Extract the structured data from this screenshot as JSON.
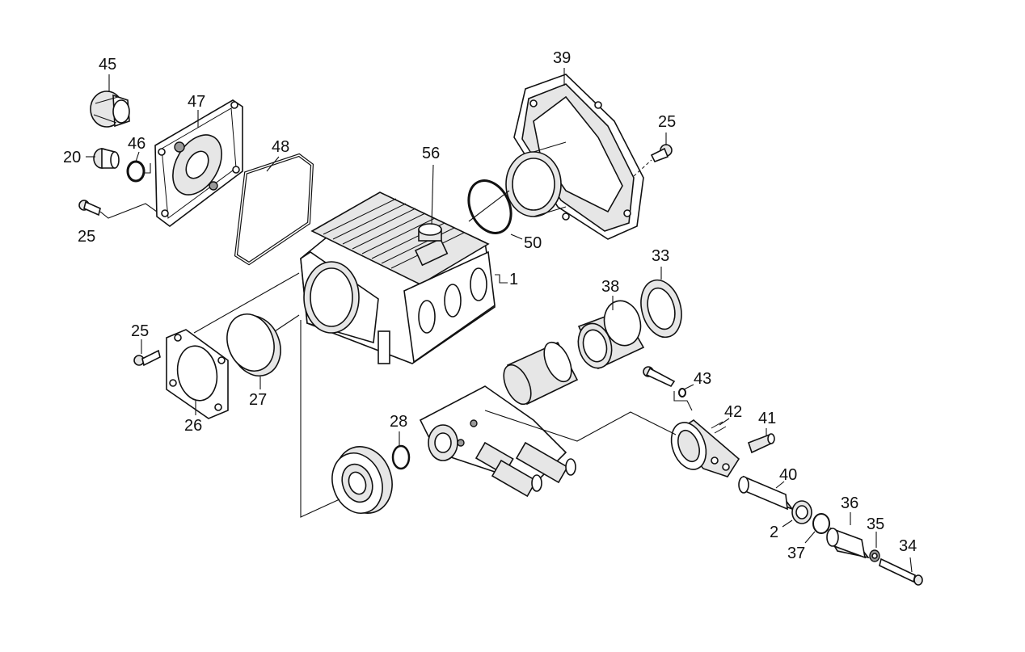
{
  "callouts": [
    {
      "id": "c45",
      "text": "45"
    },
    {
      "id": "c47",
      "text": "47"
    },
    {
      "id": "c20",
      "text": "20"
    },
    {
      "id": "c46",
      "text": "46"
    },
    {
      "id": "c25a",
      "text": "25"
    },
    {
      "id": "c48",
      "text": "48"
    },
    {
      "id": "c56",
      "text": "56"
    },
    {
      "id": "c50",
      "text": "50"
    },
    {
      "id": "c39",
      "text": "39"
    },
    {
      "id": "c25b",
      "text": "25"
    },
    {
      "id": "c1",
      "text": "1"
    },
    {
      "id": "c33",
      "text": "33"
    },
    {
      "id": "c38",
      "text": "38"
    },
    {
      "id": "c25c",
      "text": "25"
    },
    {
      "id": "c27",
      "text": "27"
    },
    {
      "id": "c26",
      "text": "26"
    },
    {
      "id": "c43",
      "text": "43"
    },
    {
      "id": "c42",
      "text": "42"
    },
    {
      "id": "c41",
      "text": "41"
    },
    {
      "id": "c28",
      "text": "28"
    },
    {
      "id": "c40",
      "text": "40"
    },
    {
      "id": "c36",
      "text": "36"
    },
    {
      "id": "c35",
      "text": "35"
    },
    {
      "id": "c2",
      "text": "2"
    },
    {
      "id": "c37",
      "text": "37"
    },
    {
      "id": "c34",
      "text": "34"
    }
  ]
}
